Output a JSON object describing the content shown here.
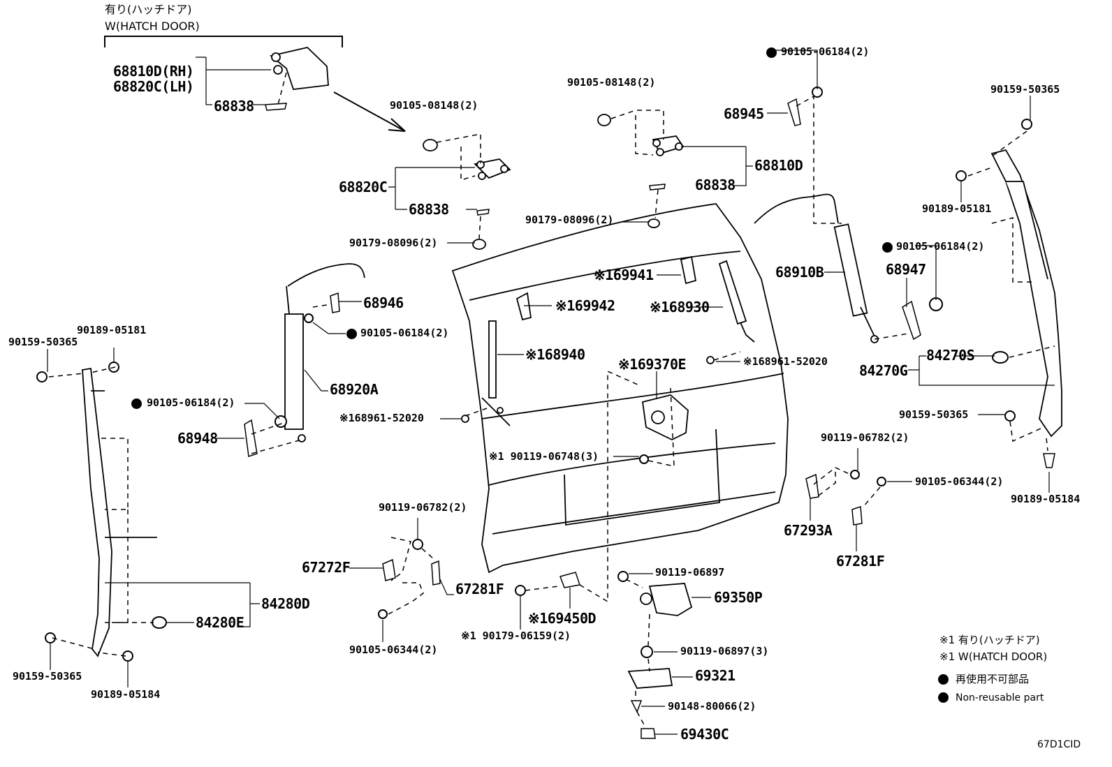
{
  "header": {
    "jp_title": "有り(ハッチドア)",
    "en_title": "W(HATCH DOOR)"
  },
  "parts": {
    "p68810D_RH": "68810D(RH)",
    "p68820C_LH": "68820C(LH)",
    "p68838_a": "68838",
    "p90105_08148_a": "90105-08148(2)",
    "p68820C": "68820C",
    "p68838_b": "68838",
    "p90179_08096_a": "90179-08096(2)",
    "p90105_08148_b": "90105-08148(2)",
    "p68810D": "68810D",
    "p68838_c": "68838",
    "p90179_08096_b": "90179-08096(2)",
    "p90105_06184_top": "90105-06184(2)",
    "p68945": "68945",
    "p90159_50365_tr": "90159-50365",
    "p90189_05181_r": "90189-05181",
    "p68910B": "68910B",
    "p90105_06184_r": "90105-06184(2)",
    "p68947": "68947",
    "p84270S": "84270S",
    "p84270G": "84270G",
    "p90159_50365_r": "90159-50365",
    "p90189_05184_r": "90189-05184",
    "p69941": "※169941",
    "p69942": "※169942",
    "p68930": "※168930",
    "p68940": "※168940",
    "p69370E": "※169370E",
    "p68961_r": "※168961-52020",
    "p68961_l": "※168961-52020",
    "p90119_06748": "※1 90119-06748(3)",
    "p68946": "68946",
    "p90105_06184_mid": "90105-06184(2)",
    "p68920A": "68920A",
    "p90105_06184_l": "90105-06184(2)",
    "p68948": "68948",
    "p90189_05181_l": "90189-05181",
    "p90159_50365_l": "90159-50365",
    "p84280D": "84280D",
    "p84280E": "84280E",
    "p90159_50365_bl": "90159-50365",
    "p90189_05184_bl": "90189-05184",
    "p90119_06782_a": "90119-06782(2)",
    "p67272F": "67272F",
    "p67281F_a": "67281F",
    "p90105_06344_a": "90105-06344(2)",
    "p90179_06159": "※1 90179-06159(2)",
    "p69450D": "※169450D",
    "p90119_06897": "90119-06897",
    "p69350P": "69350P",
    "p90119_06897_3": "90119-06897(3)",
    "p69321": "69321",
    "p90148_80066": "90148-80066(2)",
    "p69430C": "69430C",
    "p90119_06782_b": "90119-06782(2)",
    "p90105_06344_b": "90105-06344(2)",
    "p67293A": "67293A",
    "p67281F_b": "67281F"
  },
  "legend": {
    "note1_jp": "※1 有り(ハッチドア)",
    "note1_en": "※1 W(HATCH DOOR)",
    "nonreusable_jp": "再使用不可部品",
    "nonreusable_en": "Non-reusable part"
  },
  "footer": {
    "code": "67D1CID"
  }
}
